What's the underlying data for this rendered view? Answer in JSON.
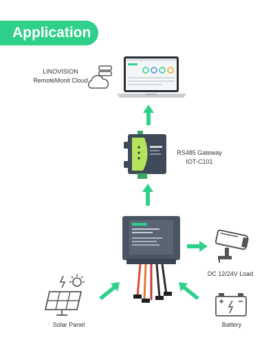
{
  "title": "Application",
  "colors": {
    "accent": "#2fd08a",
    "device": "#3e4a58",
    "icon": "#555555"
  },
  "nodes": {
    "cloud": {
      "line1": "LINOVISION",
      "line2": "RemoteMonit Cloud"
    },
    "gateway": {
      "line1": "RS485 Gateway",
      "line2": "IOT-C101"
    },
    "load": {
      "label": "DC 12/24V Load"
    },
    "solar": {
      "label": "Solar Panel"
    },
    "battery": {
      "label": "Battery"
    }
  },
  "icons": [
    "cloud-server-icon",
    "laptop-icon",
    "gateway-device-icon",
    "solar-controller-icon",
    "cctv-camera-icon",
    "solar-panel-icon",
    "battery-icon",
    "arrow-icon"
  ]
}
